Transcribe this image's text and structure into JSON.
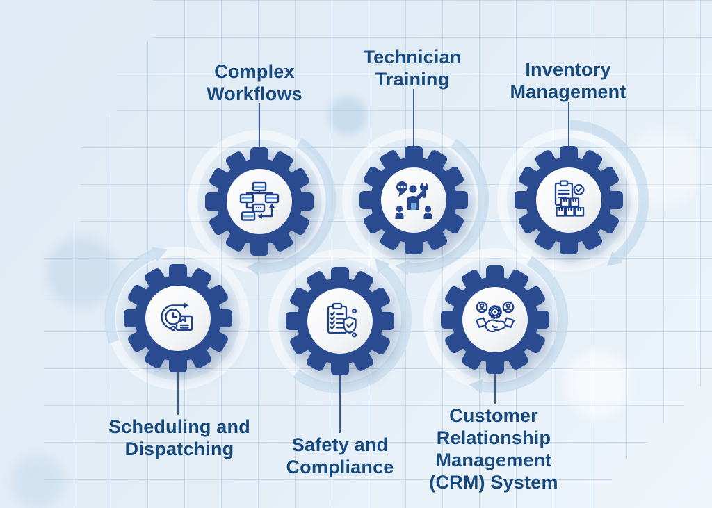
{
  "diagram": {
    "type": "gear-infographic",
    "nodes": [
      {
        "id": "complex-workflows",
        "label": "Complex Workflows",
        "lines": [
          "Complex",
          "Workflows"
        ],
        "icon": "flowchart-icon"
      },
      {
        "id": "technician-training",
        "label": "Technician Training",
        "lines": [
          "Technician",
          "Training"
        ],
        "icon": "technician-training-icon"
      },
      {
        "id": "inventory-management",
        "label": "Inventory Management",
        "lines": [
          "Inventory",
          "Management"
        ],
        "icon": "inventory-boxes-icon"
      },
      {
        "id": "scheduling-dispatching",
        "label": "Scheduling and Dispatching",
        "lines": [
          "Scheduling and",
          "Dispatching"
        ],
        "icon": "schedule-clock-icon"
      },
      {
        "id": "safety-compliance",
        "label": "Safety and Compliance",
        "lines": [
          "Safety and",
          "Compliance"
        ],
        "icon": "compliance-checklist-icon"
      },
      {
        "id": "crm-system",
        "label": "Customer Relationship Management (CRM) System",
        "lines": [
          "Customer",
          "Relationship",
          "Management",
          "(CRM) System"
        ],
        "icon": "crm-handshake-icon"
      }
    ],
    "colors": {
      "gear_blue": "#2b4b91",
      "label_text": "#16497e",
      "icon_stroke": "#1e4189",
      "icon_accent": "#6fa8dc",
      "arrow_light_blue": "#bed7eb",
      "background_light": "#e3edf6",
      "grid_line": "#b9d2e6"
    }
  }
}
